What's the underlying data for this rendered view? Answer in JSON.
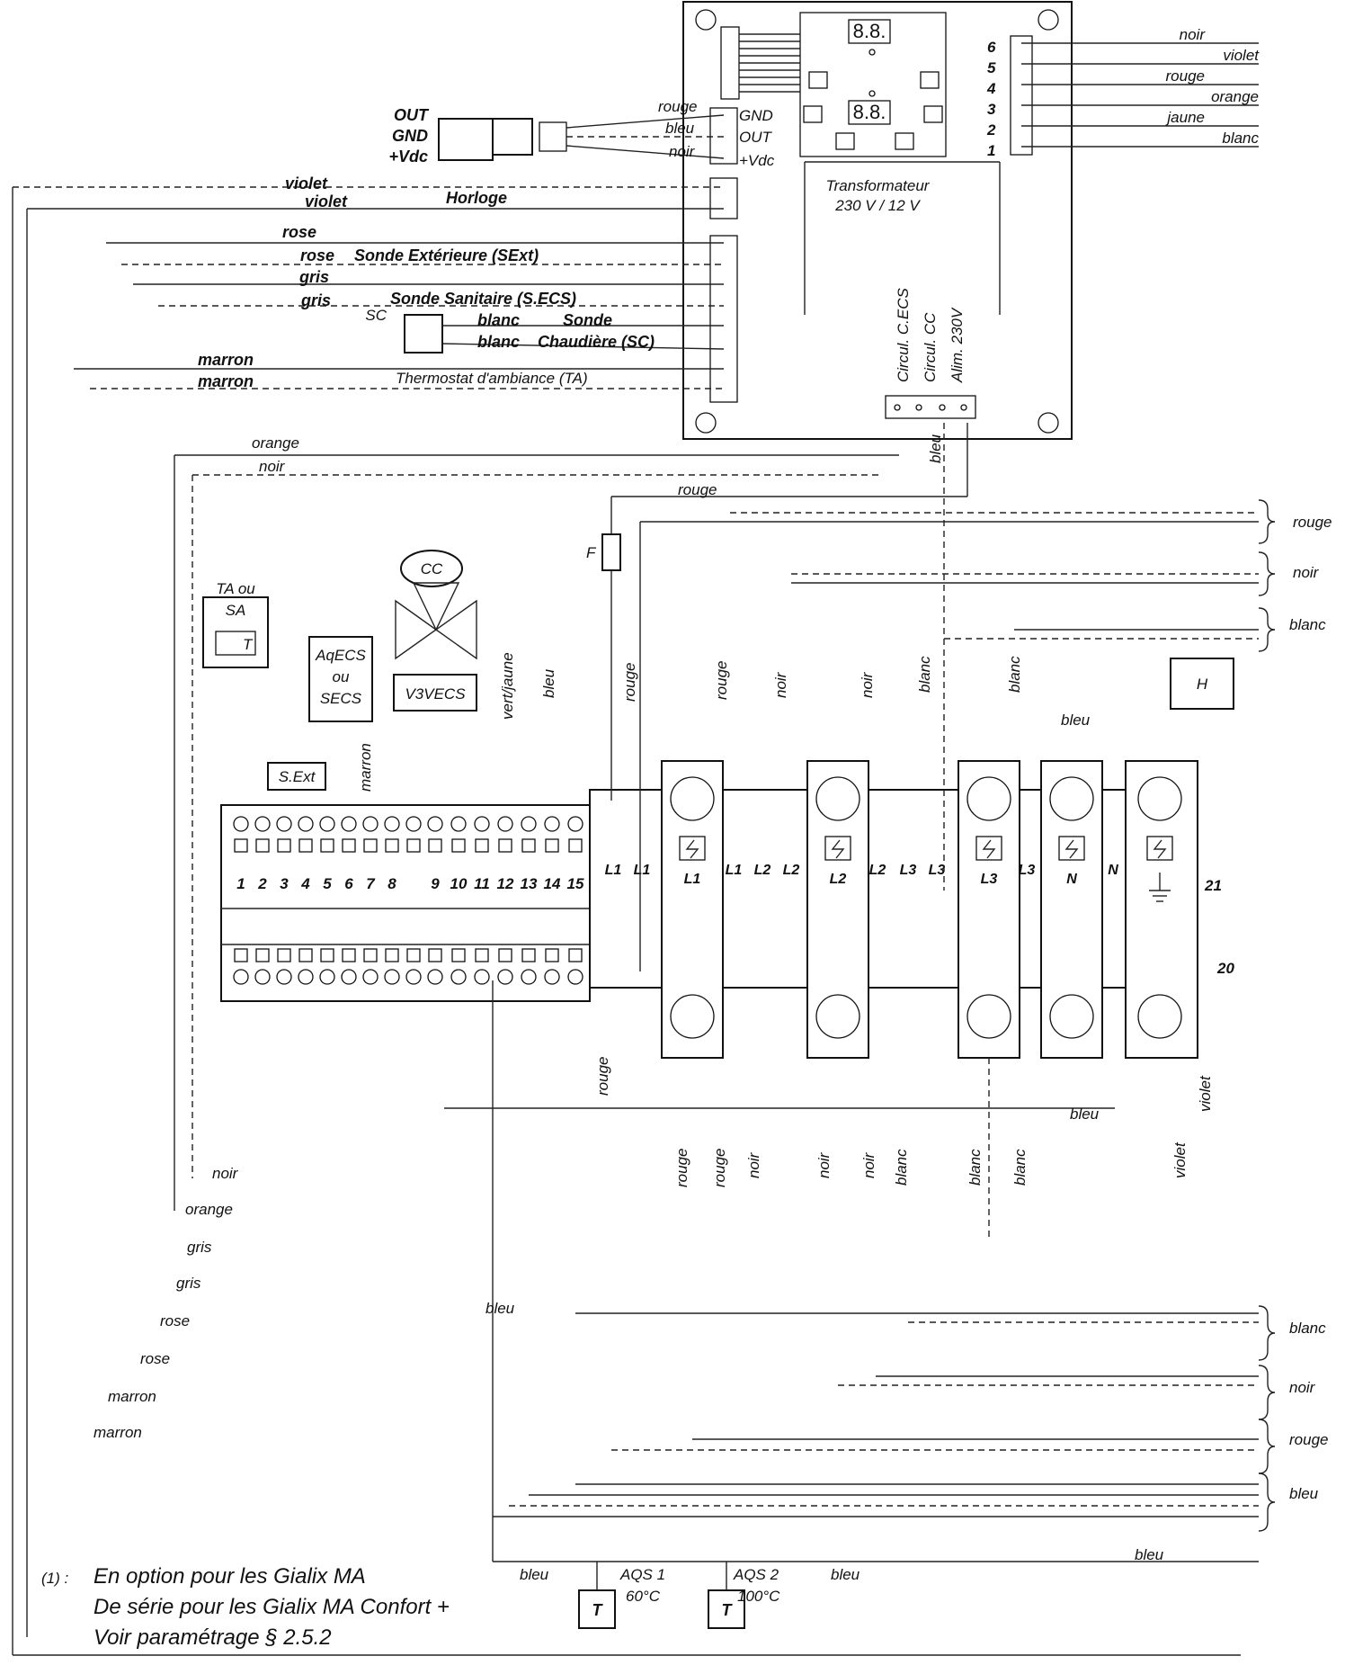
{
  "connector_left": {
    "out": "OUT",
    "gnd": "GND",
    "vdc": "+Vdc"
  },
  "connector_right": {
    "gnd": "GND",
    "out": "OUT",
    "vdc": "+Vdc"
  },
  "connector_wires": {
    "rouge": "rouge",
    "bleu": "bleu",
    "noir": "noir"
  },
  "display_pins": [
    "6",
    "5",
    "4",
    "3",
    "2",
    "1"
  ],
  "display_wires": [
    "noir",
    "violet",
    "rouge",
    "orange",
    "jaune",
    "blanc"
  ],
  "transformer": {
    "line1": "Transformateur",
    "line2": "230 V / 12 V"
  },
  "board_outputs": [
    "Circul. C.ECS",
    "Circul. CC",
    "Alim. 230V"
  ],
  "inputs": {
    "violet1": "violet",
    "violet2": "violet",
    "horloge": "Horloge",
    "rose1": "rose",
    "rose2": "rose",
    "sext": "Sonde Extérieure (SExt)",
    "gris1": "gris",
    "gris2": "gris",
    "secs": "Sonde Sanitaire (S.ECS)",
    "sc": "SC",
    "blanc1": "blanc",
    "blanc2": "blanc",
    "sonde": "Sonde",
    "chaudiere": "Chaudière (SC)",
    "marron1": "marron",
    "marron2": "marron",
    "ta": "Thermostat d'ambiance (TA)"
  },
  "wire_labels": {
    "orange": "orange",
    "noir": "noir",
    "rouge": "rouge",
    "bleu": "bleu",
    "vert_jaune": "vert/jaune",
    "marron": "marron",
    "violet": "violet",
    "blanc": "blanc",
    "gris": "gris",
    "rose": "rose"
  },
  "devices": {
    "ta_sa1": "TA ou",
    "ta_sa2": "SA",
    "t": "T",
    "aqecs1": "AqECS",
    "aqecs2": "ou",
    "aqecs3": "SECS",
    "sext": "S.Ext",
    "cc": "CC",
    "v3v": "V3VECS",
    "f": "F",
    "h": "H"
  },
  "terminal_numbers": [
    "1",
    "2",
    "3",
    "4",
    "5",
    "6",
    "7",
    "8",
    "9",
    "10",
    "11",
    "12",
    "13",
    "14",
    "15"
  ],
  "breaker_labels": [
    "L1",
    "L1",
    "L1",
    "L1",
    "L2",
    "L2",
    "L2",
    "L2",
    "L3",
    "L3",
    "L3",
    "L3",
    "N",
    "N"
  ],
  "side_numbers": {
    "n21": "21",
    "n20": "20"
  },
  "right_groups": [
    "rouge",
    "noir",
    "blanc",
    "blanc",
    "noir",
    "rouge",
    "bleu"
  ],
  "aqs": {
    "aqs1": "AQS 1",
    "t1": "60°C",
    "aqs2": "AQS 2",
    "t2": "100°C",
    "bleu": "bleu"
  },
  "footnote": {
    "marker": "(1) :",
    "line1": "En option pour les Gialix MA",
    "line2": "De série pour les Gialix MA Confort +",
    "line3": "Voir paramétrage § 2.5.2"
  }
}
